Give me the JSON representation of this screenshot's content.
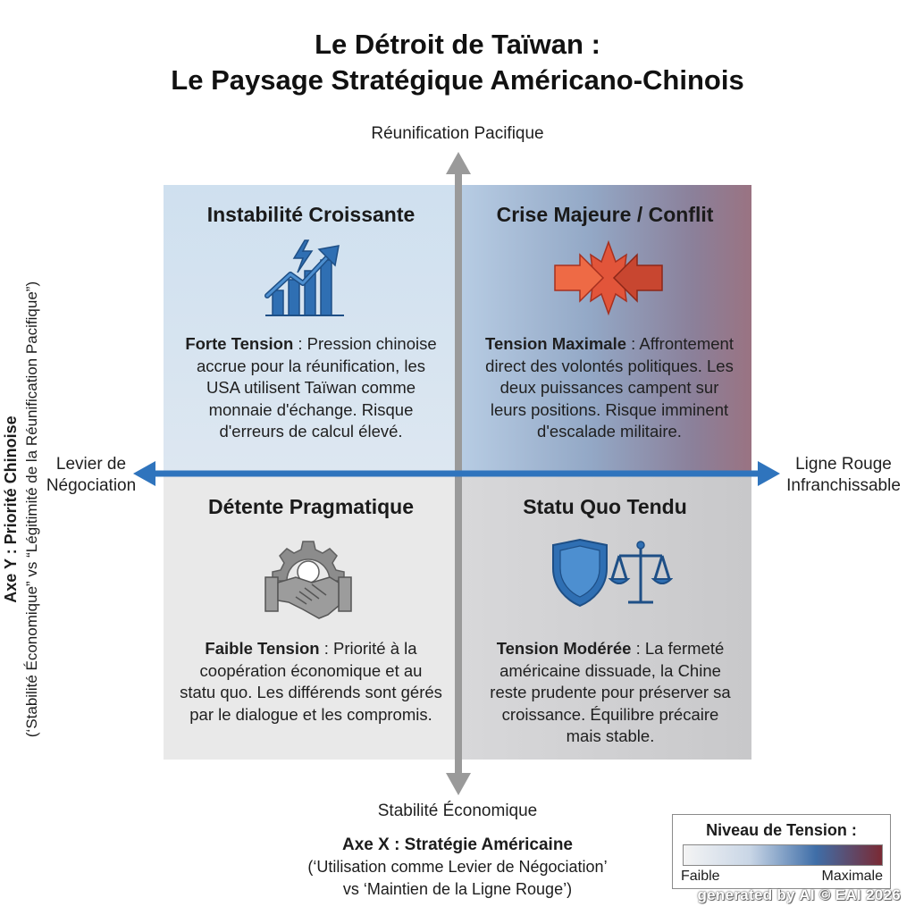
{
  "title": {
    "line1": "Le Détroit de Taïwan :",
    "line2": "Le Paysage Stratégique Américano-Chinois"
  },
  "axes": {
    "top_label": "Réunification Pacifique",
    "bottom_label": "Stabilité Économique",
    "left_label_line1": "Levier de",
    "left_label_line2": "Négociation",
    "right_label_line1": "Ligne Rouge",
    "right_label_line2": "Infranchissable",
    "x_title": "Axe X : Stratégie Américaine",
    "x_sub1": "(‘Utilisation comme Levier de Négociation’",
    "x_sub2": "vs ‘Maintien de la Ligne Rouge’)",
    "y_title": "Axe Y : Priorité Chinoise",
    "y_sub": "(‘Stabilité Économique” vs “Légitimité de la Réunification Pacifique”)"
  },
  "quadrants": {
    "top_left": {
      "title": "Instabilité Croissante",
      "icon": "rising-bar-chart-lightning-icon",
      "lead": "Forte Tension",
      "line1": " : Pression chinoise",
      "line2": "accrue pour la réunification, les",
      "line3": "USA utilisent Taïwan comme",
      "line4": "monnaie d'échange. Risque",
      "line5": "d'erreurs de calcul élevé."
    },
    "top_right": {
      "title": "Crise Majeure / Conflit",
      "icon": "colliding-arrows-icon",
      "lead": "Tension Maximale",
      "line1": " : Affrontement",
      "line2": "direct des volontés politiques. Les",
      "line3": "deux puissances campent sur",
      "line4": "leurs positions. Risque imminent",
      "line5": "d'escalade militaire."
    },
    "bottom_left": {
      "title": "Détente Pragmatique",
      "icon": "handshake-gear-icon",
      "lead": "Faible Tension",
      "line1": " : Priorité à la",
      "line2": "coopération économique et au",
      "line3": "statu quo. Les différends sont gérés",
      "line4": "par le dialogue et les compromis."
    },
    "bottom_right": {
      "title": "Statu Quo Tendu",
      "icon": "shield-scales-icon",
      "lead": "Tension Modérée",
      "line1": " : La fermeté",
      "line2": "américaine dissuade, la Chine",
      "line3": "reste prudente pour préserver sa",
      "line4": "croissance. Équilibre précaire",
      "line5": "mais stable."
    }
  },
  "legend": {
    "title": "Niveau de Tension :",
    "low": "Faible",
    "high": "Maximale",
    "colors": [
      "#f4f4f4",
      "#c9d6e6",
      "#3f6ea8",
      "#7a2a34"
    ]
  },
  "colors": {
    "axis_horizontal": "#2f74bd",
    "axis_vertical": "#9a9a9a"
  },
  "watermark": "generated by AI © EAI 2026"
}
